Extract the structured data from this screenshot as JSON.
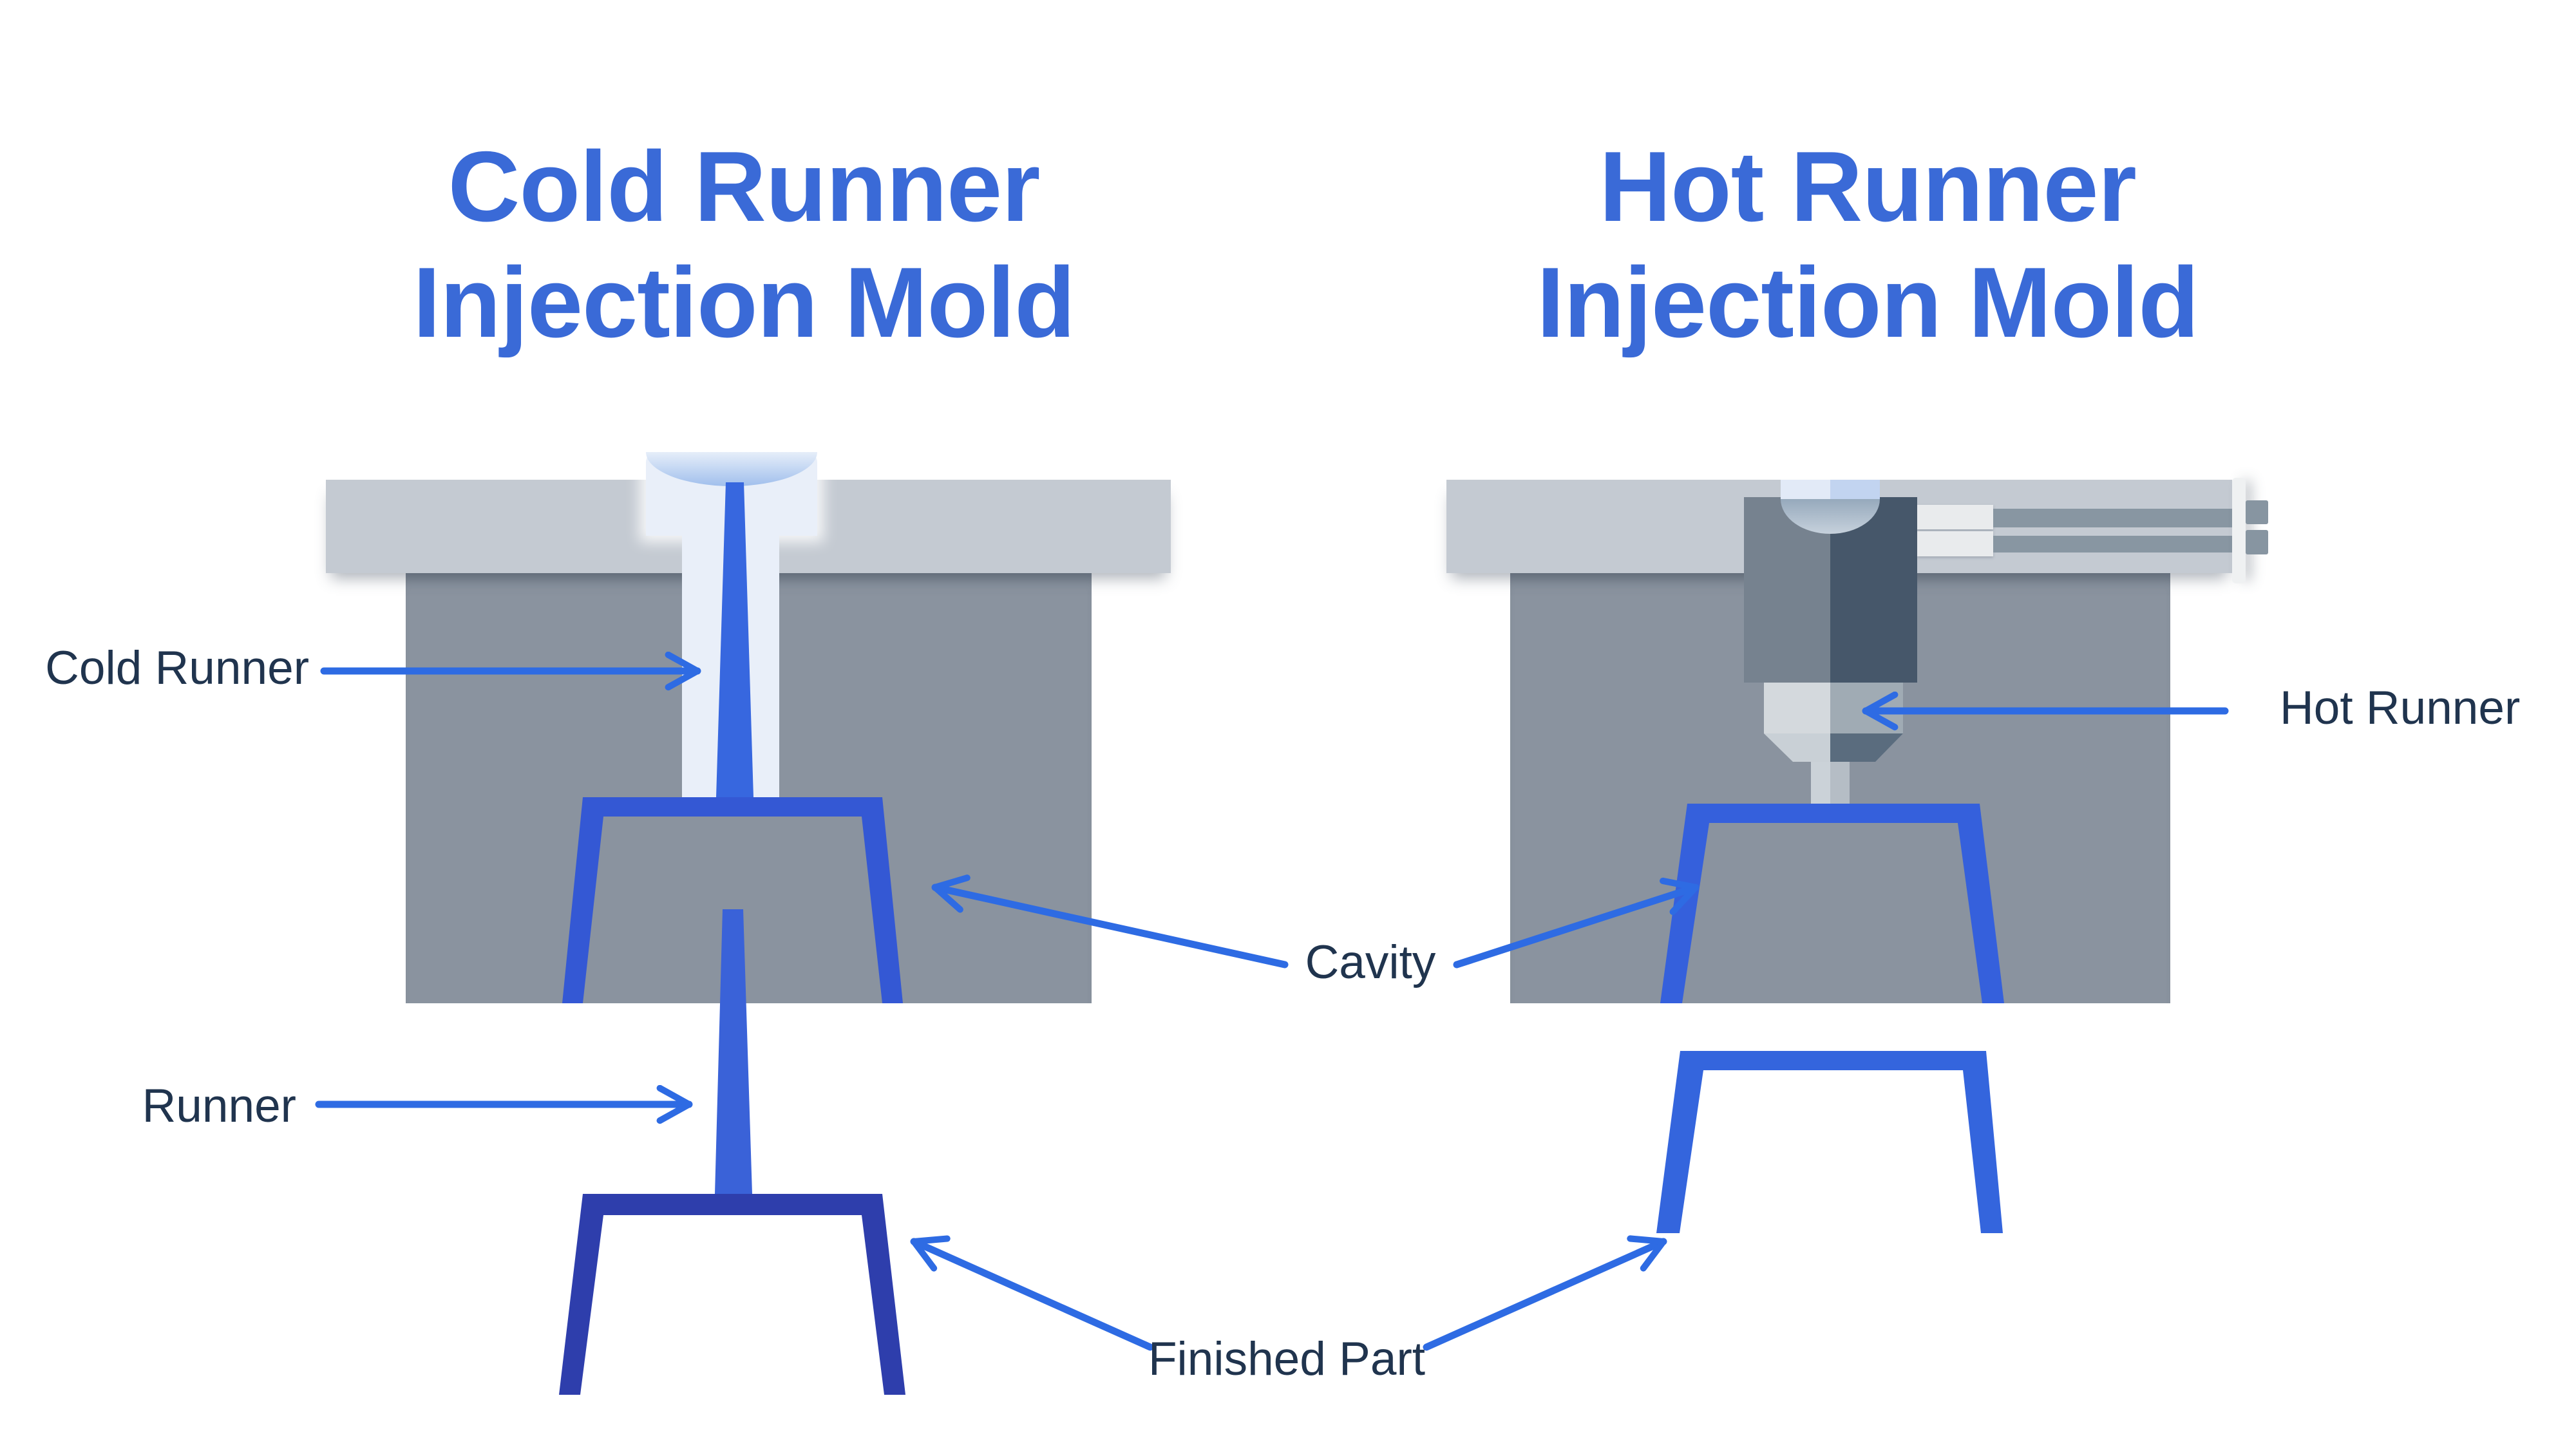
{
  "titles": {
    "left": {
      "line1": "Cold Runner",
      "line2": "Injection Mold"
    },
    "right": {
      "line1": "Hot Runner",
      "line2": "Injection Mold"
    }
  },
  "labels": {
    "cold_runner": "Cold Runner",
    "runner": "Runner",
    "cavity": "Cavity",
    "finished_part": "Finished Part",
    "hot_runner": "Hot Runner"
  },
  "colors": {
    "title_blue": "#3A6AD7",
    "label_navy": "#20344E",
    "arrow_blue": "#2E6BE3",
    "plate_gray": "#C4CAD2",
    "body_gray": "#8A939F",
    "sprue_channel_pale": "#E9EFF9",
    "funnel_blue": "#9FBEEC",
    "sprue_blue": "#3767DF",
    "cavity_blue": "#3458D4",
    "cavity_blue_right": "#3560DC",
    "finished_part_left_blue": "#2E3EAC",
    "finished_part_right_blue": "#3465DD",
    "runner_spike_blue": "#3A62D8",
    "hot_block_left": "#76828F",
    "hot_block_right": "#46576A",
    "dome_silver": "#96A9BC",
    "inlet_pale_blue": "#C2D4F0",
    "nozzle_light": "#D4D9DD",
    "nozzle_shade": "#A0ABB4",
    "rod_gray": "#8896A2",
    "flange_white": "#EFF1F2"
  }
}
